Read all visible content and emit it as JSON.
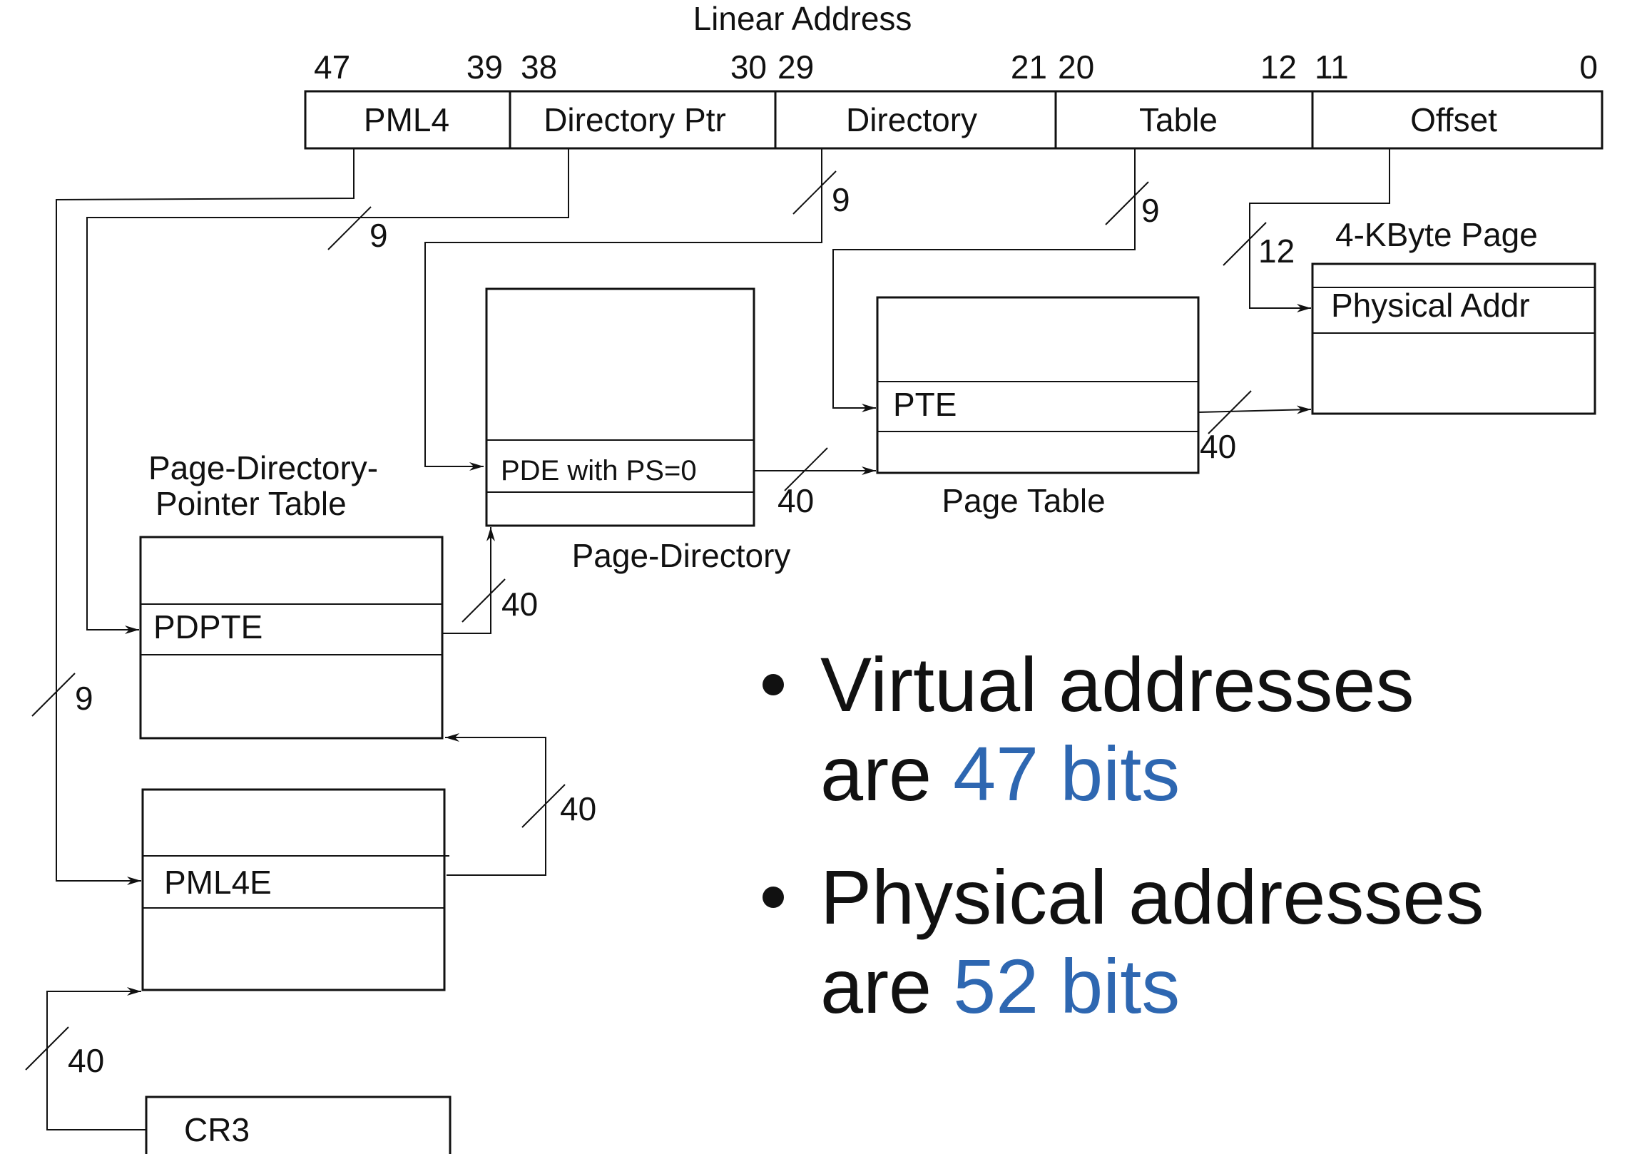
{
  "linear_address": {
    "title": "Linear Address",
    "bit_labels": [
      "47",
      "39",
      "38",
      "30",
      "29",
      "21",
      "20",
      "12",
      "11",
      "0"
    ],
    "fields": [
      "PML4",
      "Directory Ptr",
      "Directory",
      "Table",
      "Offset"
    ]
  },
  "tables": {
    "pml4": {
      "entry": "PML4E"
    },
    "pdpt": {
      "title_line1": "Page-Directory-",
      "title_line2": "Pointer Table",
      "entry": "PDPTE"
    },
    "pd": {
      "title": "Page-Directory",
      "entry": "PDE with PS=0"
    },
    "pt": {
      "title": "Page Table",
      "entry": "PTE"
    },
    "page": {
      "title": "4-KByte Page",
      "entry": "Physical Addr"
    },
    "cr3": {
      "label": "CR3"
    }
  },
  "widths": {
    "pml4_idx": "9",
    "pdpt_idx": "9",
    "pd_idx": "9",
    "pt_idx": "9",
    "offset": "12",
    "cr3_to_pml4": "40",
    "pml4_to_pdpt": "40",
    "pdpt_to_pd": "40",
    "pd_to_pt": "40",
    "pt_to_page": "40"
  },
  "bullets": [
    {
      "line1": "Virtual addresses",
      "are": "are",
      "value": "47 bits"
    },
    {
      "line1": "Physical addresses",
      "are": "are",
      "value": "52 bits"
    }
  ],
  "colors": {
    "accent": "#2e67b1",
    "ink": "#111111"
  }
}
